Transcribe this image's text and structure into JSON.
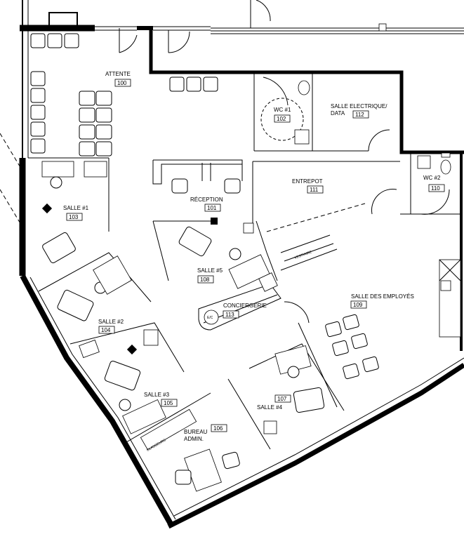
{
  "rooms": [
    {
      "key": "attente",
      "name": "ATTENTE",
      "number": "100"
    },
    {
      "key": "salle1",
      "name": "SALLE #1",
      "number": "103"
    },
    {
      "key": "wc1",
      "name": "WC #1",
      "number": "102"
    },
    {
      "key": "electrique_l1",
      "name": "SALLE ELECTRIQUE/",
      "number": "112"
    },
    {
      "key": "electrique_l2",
      "name": "DATA"
    },
    {
      "key": "entrepot",
      "name": "ENTREPOT",
      "number": "111"
    },
    {
      "key": "wc2",
      "name": "WC #2",
      "number": "110"
    },
    {
      "key": "reception",
      "name": "RÉCEPTION",
      "number": "101"
    },
    {
      "key": "salle5",
      "name": "SALLE #5",
      "number": "108"
    },
    {
      "key": "conciergerie",
      "name": "CONCIERGERIE",
      "number": "113"
    },
    {
      "key": "employes",
      "name": "SALLE DES EMPLOYÉS",
      "number": "109"
    },
    {
      "key": "salle2",
      "name": "SALLE #2",
      "number": "104"
    },
    {
      "key": "salle3",
      "name": "SALLE #3",
      "number": "105"
    },
    {
      "key": "salle4",
      "name": "SALLE #4",
      "number": "107"
    },
    {
      "key": "bureau_l1",
      "name": "BUREAU",
      "number": "106"
    },
    {
      "key": "bureau_l2",
      "name": "ADMIN."
    }
  ],
  "annotations": {
    "ec": "E/C",
    "vestiaire": "VESTIAIRE",
    "classeurs": "CLASSEURS"
  }
}
